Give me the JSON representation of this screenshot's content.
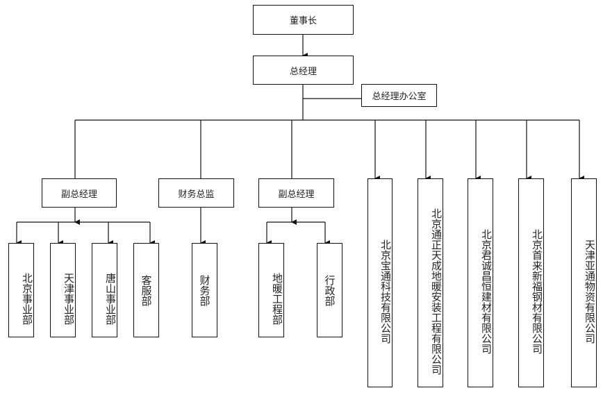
{
  "chart": {
    "chairman": "董事长",
    "general_manager": "总经理",
    "gm_office": "总经理办公室",
    "managers": [
      {
        "label": "副总经理",
        "departments": [
          "北京事业部",
          "天津事业部",
          "唐山事业部",
          "客服部"
        ]
      },
      {
        "label": "财务总监",
        "departments": [
          "财务部"
        ]
      },
      {
        "label": "副总经理",
        "departments": [
          "地暖工程部",
          "行政部"
        ]
      }
    ],
    "subsidiaries": [
      "北京宝通科技有限公司",
      "北京通正天成地暖安装工程有限公司",
      "北京君诚昌恒建材有限公司",
      "北京首来新福钢材有限公司",
      "天津亚通物资有限公司"
    ]
  },
  "colors": {
    "line": "#111111",
    "box_border": "#111111",
    "background": "#ffffff"
  }
}
